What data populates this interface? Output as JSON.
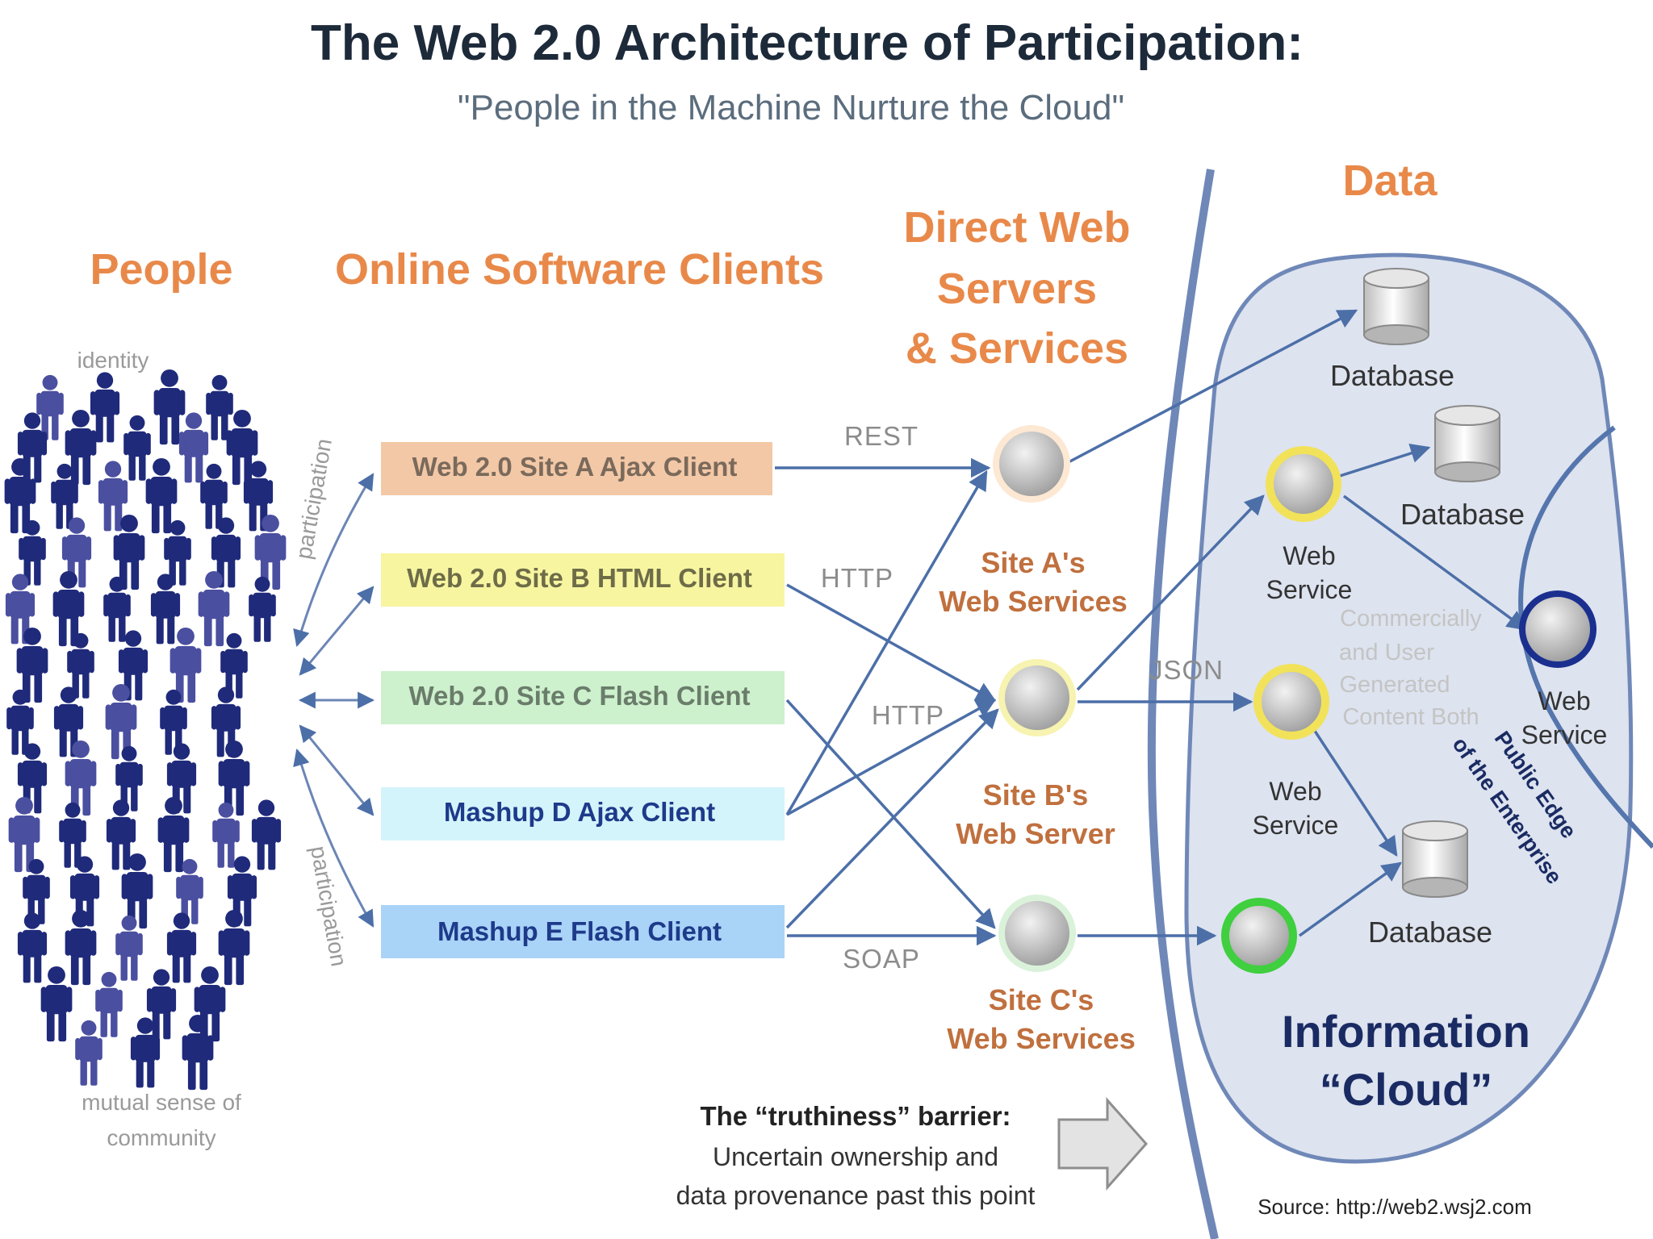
{
  "title": "The Web 2.0 Architecture of Participation:",
  "subtitle": "\"People in the Machine Nurture the Cloud\"",
  "headings": {
    "people": "People",
    "clients": "Online Software Clients",
    "servers_l1": "Direct Web",
    "servers_l2": "Servers",
    "servers_l3": "& Services",
    "data": "Data"
  },
  "people_labels": {
    "identity": "identity",
    "community_l1": "mutual sense of",
    "community_l2": "community",
    "participation_top": "participation",
    "participation_bottom": "participation"
  },
  "clients": [
    {
      "label": "Web 2.0 Site A Ajax Client",
      "color": "#f3c8a6",
      "text_color": "#7a6a5c"
    },
    {
      "label": "Web 2.0 Site B HTML Client",
      "color": "#f7f5a0",
      "text_color": "#6e6c48"
    },
    {
      "label": "Web 2.0 Site C Flash Client",
      "color": "#cdf0cd",
      "text_color": "#6a7c6a"
    },
    {
      "label": "Mashup D Ajax Client",
      "color": "#d4f4fb",
      "text_color": "#1e3a8a"
    },
    {
      "label": "Mashup E Flash Client",
      "color": "#a9d3f7",
      "text_color": "#1e3a8a"
    }
  ],
  "protocols": {
    "rest": "REST",
    "http_top": "HTTP",
    "http_mid": "HTTP",
    "json": "JSON",
    "soap": "SOAP"
  },
  "servers": {
    "site_a_l1": "Site A's",
    "site_a_l2": "Web Services",
    "site_b_l1": "Site B's",
    "site_b_l2": "Web Server",
    "site_c_l1": "Site C's",
    "site_c_l2": "Web Services"
  },
  "cloud": {
    "database_1": "Database",
    "database_2": "Database",
    "database_3": "Database",
    "web_service_1_l1": "Web",
    "web_service_1_l2": "Service",
    "web_service_2_l1": "Web",
    "web_service_2_l2": "Service",
    "ugc_l1": "Commercially",
    "ugc_l2": "and User",
    "ugc_l3": "Generated",
    "ugc_l4": "Content Both",
    "info_l1": "Information",
    "info_l2": "“Cloud”"
  },
  "edge": {
    "label_l1": "Public Edge",
    "label_l2": "of the Enterprise",
    "web_service_l1": "Web",
    "web_service_l2": "Service"
  },
  "barrier": {
    "title": "The “truthiness” barrier:",
    "line1": "Uncertain ownership and",
    "line2": "data provenance past this point"
  },
  "source": "Source: http://web2.wsj2.com",
  "colors": {
    "people": "#1f2a7a",
    "arrow": "#4c6fa8",
    "node_yellow_ring": "#f1e25a",
    "node_green_ring": "#3fcf3f",
    "node_blue_ring": "#1b2f8f",
    "cloud_fill": "#dde3ef",
    "heading_orange": "#e8894a"
  }
}
